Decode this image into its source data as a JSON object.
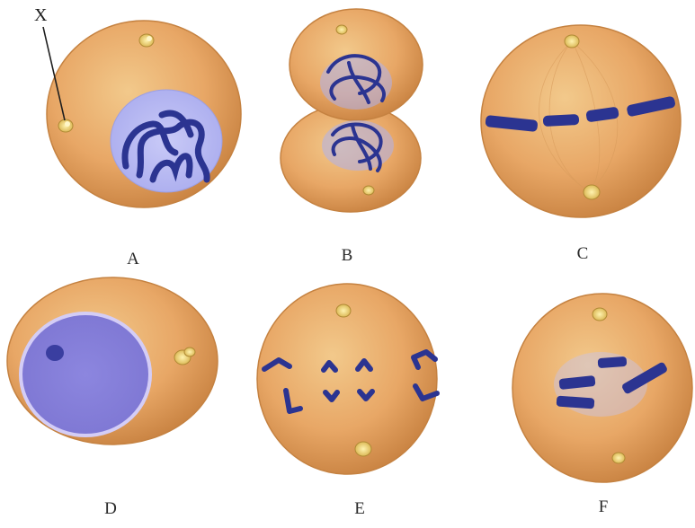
{
  "figure": {
    "pointer_label": "X",
    "panels": [
      {
        "label": "A"
      },
      {
        "label": "B"
      },
      {
        "label": "C"
      },
      {
        "label": "D"
      },
      {
        "label": "E"
      },
      {
        "label": "F"
      }
    ]
  },
  "colors": {
    "cell_fill": "#e8a766",
    "cell_edge": "#b9783d",
    "nucleus_fill": "#b7b8f2",
    "chromosome": "#2b3491",
    "centriole": "#f3dc7a"
  }
}
